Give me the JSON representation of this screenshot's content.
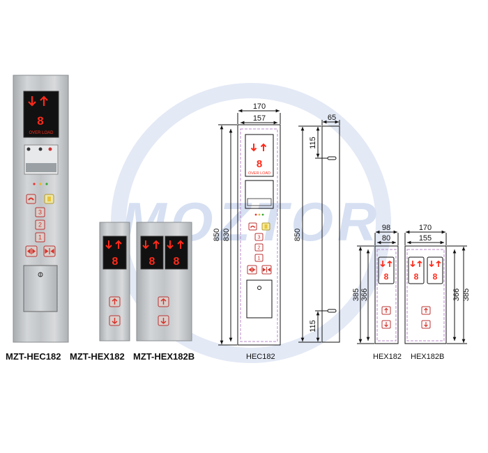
{
  "watermark": "MOZTOR",
  "display": {
    "overload_text": "OVER LOAD",
    "floor_digit": "8"
  },
  "buttons": {
    "floors": [
      "3",
      "2",
      "1"
    ]
  },
  "models": {
    "hec182": "MZT-HEC182",
    "hex182": "MZT-HEX182",
    "hex182b": "MZT-HEX182B"
  },
  "drawings": {
    "hec182": {
      "label": "HEC182",
      "width_outer": "170",
      "width_inner": "157",
      "height_outer": "850",
      "height_inner": "830",
      "side_depth": "65",
      "side_height": "850",
      "side_offset_top": "115",
      "side_offset_bottom": "115"
    },
    "hex182": {
      "label": "HEX182",
      "width_outer": "98",
      "width_inner": "80",
      "height_outer": "385",
      "height_inner": "366"
    },
    "hex182b": {
      "label": "HEX182B",
      "width_outer": "170",
      "width_inner": "155",
      "height_outer": "385",
      "height_inner": "366"
    }
  },
  "colors": {
    "led_red": "#ff2a1a",
    "button_red": "#d8332a",
    "steel": "#bfc3c6",
    "watermark": "#dbe4f3",
    "dim_dash": "#b88acb"
  }
}
